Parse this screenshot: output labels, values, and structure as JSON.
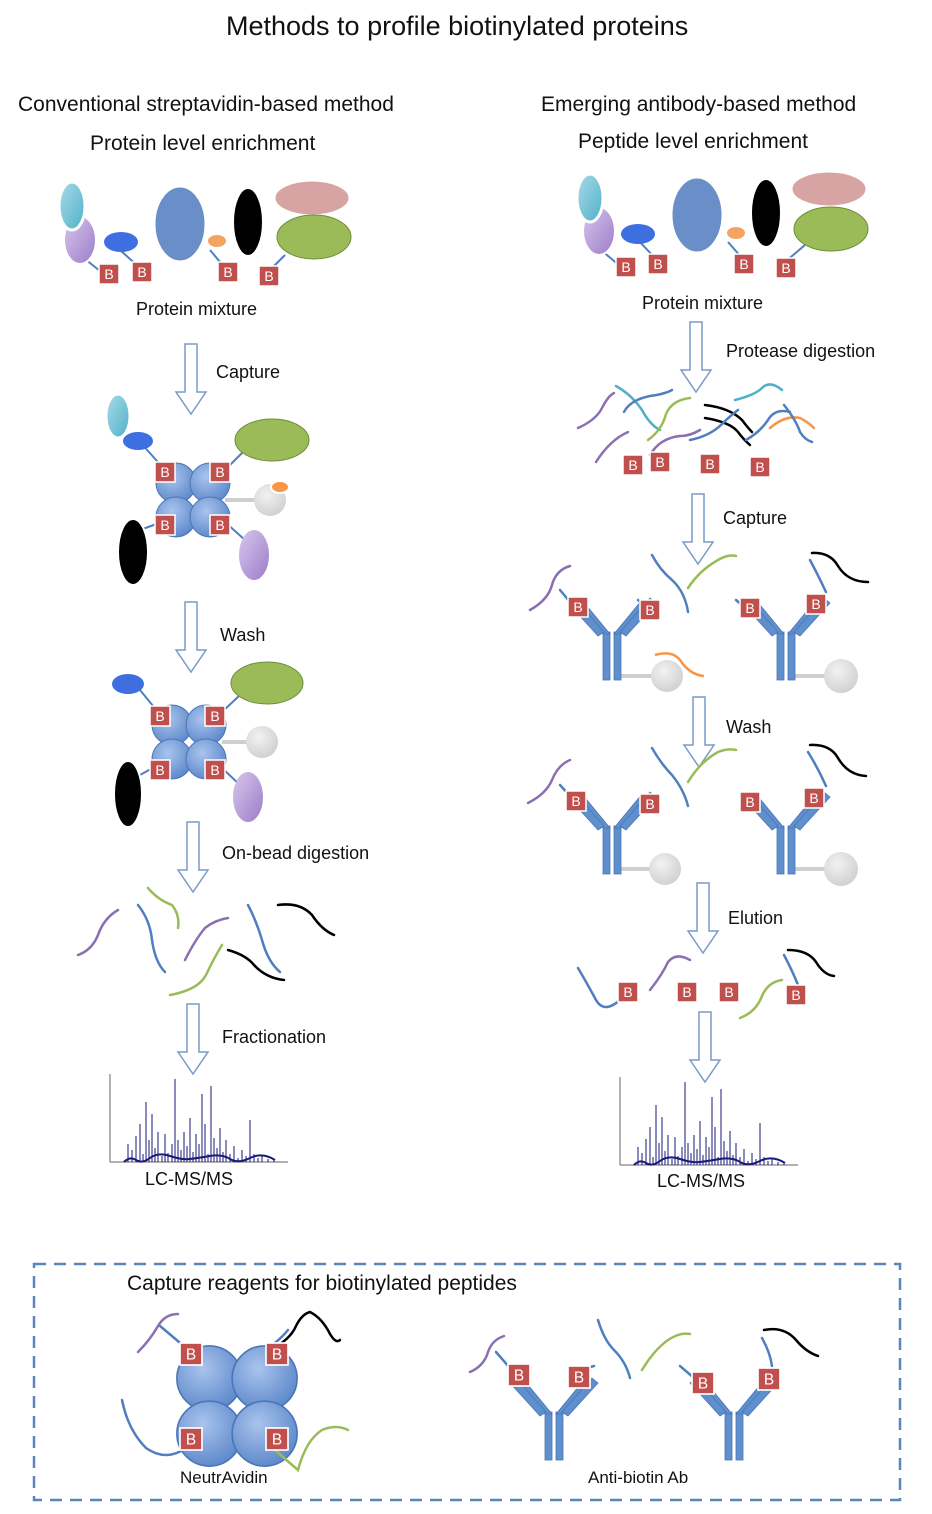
{
  "title": "Methods to profile biotinylated proteins",
  "left": {
    "heading": "Conventional streptavidin-based method",
    "subheading": "Protein level enrichment",
    "steps": {
      "mixture": "Protein mixture",
      "capture": "Capture",
      "wash": "Wash",
      "digest": "On-bead digestion",
      "fraction": "Fractionation",
      "ms": "LC-MS/MS"
    }
  },
  "right": {
    "heading": "Emerging antibody-based method",
    "subheading": "Peptide level enrichment",
    "steps": {
      "mixture": "Protein mixture",
      "protease": "Protease digestion",
      "capture": "Capture",
      "wash": "Wash",
      "elution": "Elution",
      "ms": "LC-MS/MS"
    }
  },
  "box": {
    "title": "Capture reagents for biotinylated peptides",
    "neutravidin": "NeutrAvidin",
    "antibody": "Anti-biotin Ab"
  },
  "biotin_letter": "B",
  "colors": {
    "tetramer": "#6a96d6",
    "antibody": "#5a8ac8",
    "biotin": "#c0504d",
    "purple": "#8b6fb3",
    "blue_peptide": "#4f7fbf",
    "green": "#9bbb59",
    "black": "#000000",
    "orange": "#f79646",
    "bead": "#d9d9d9",
    "spectrum": "#1a1a7a"
  }
}
